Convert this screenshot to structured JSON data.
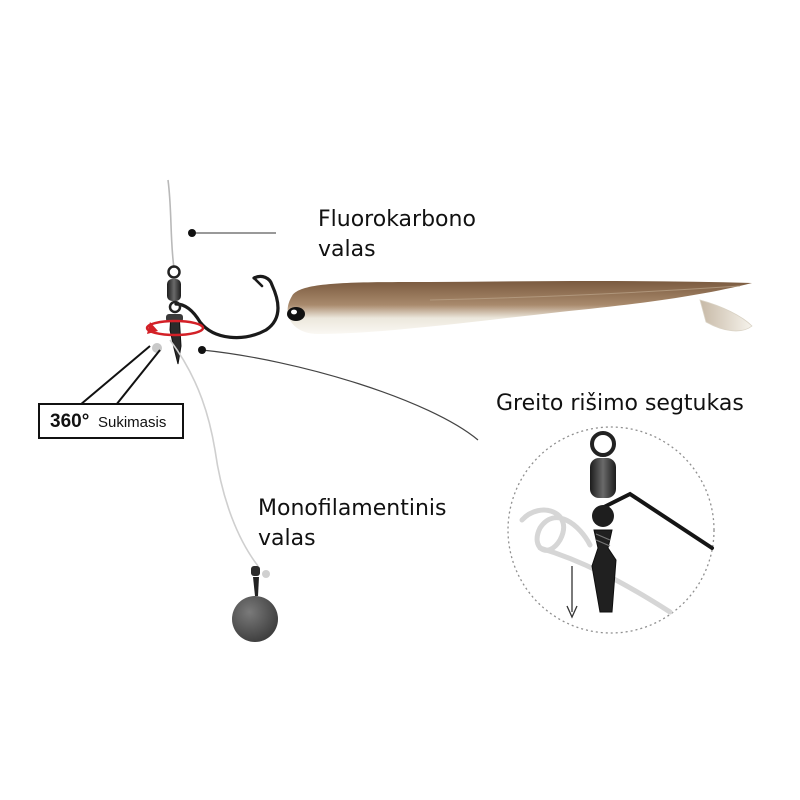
{
  "labels": {
    "fluorocarbon_line_1": "Fluorokarbono",
    "fluorocarbon_line_2": "valas",
    "mono_line_1": "Monofilamentinis",
    "mono_line_2": "valas",
    "snap_title": "Greito rišimo segtukas",
    "rotation_value": "360°",
    "rotation_word": "Sukimasis"
  },
  "colors": {
    "bait_brown": "#8b6a4e",
    "bait_belly": "#f4f1ea",
    "hook": "#1a1a1a",
    "rotation_arrow": "#d32027",
    "sinker": "#585858"
  }
}
